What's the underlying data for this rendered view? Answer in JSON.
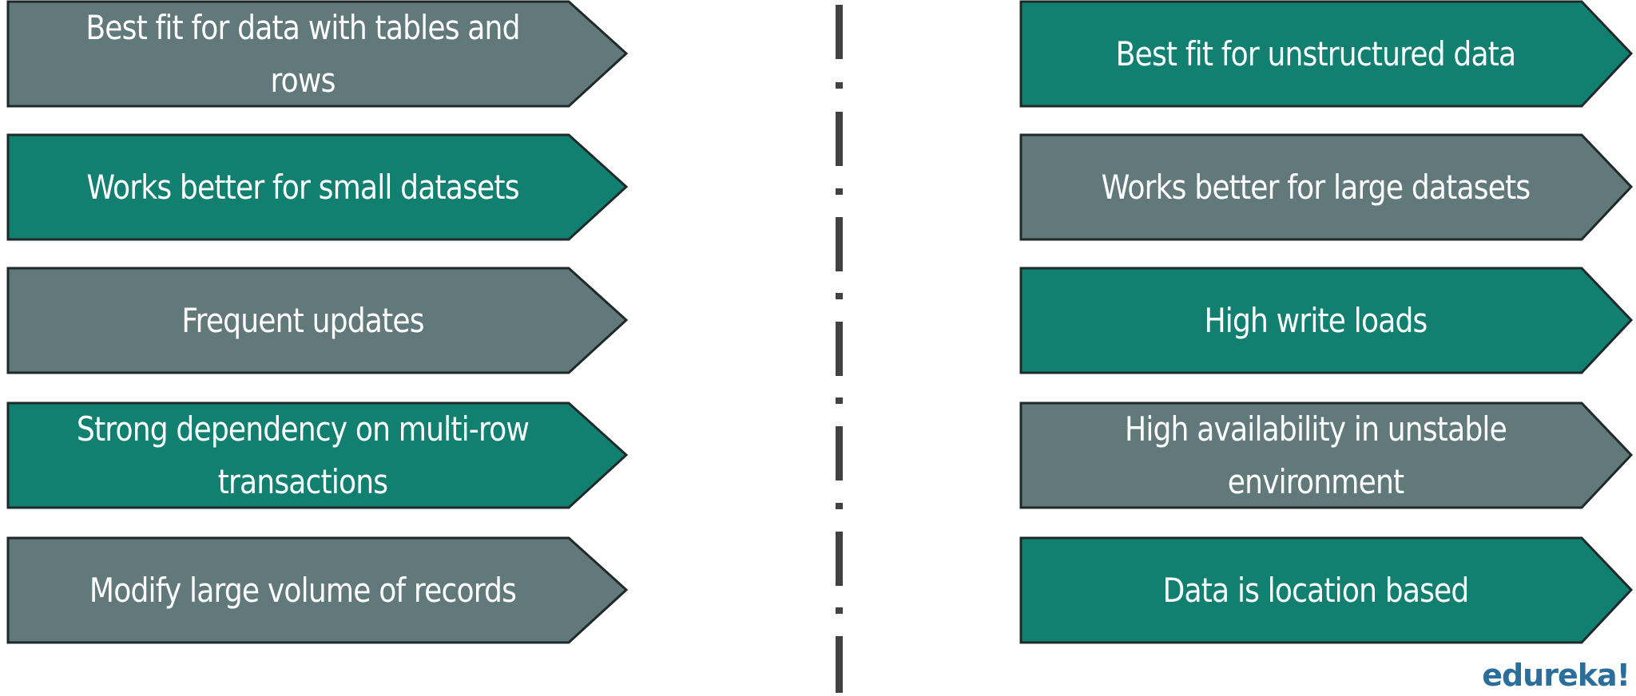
{
  "colors": {
    "slate": "#61797a",
    "teal": "#128070",
    "outline": "#1e2a2a",
    "divider": "#404142",
    "logo": "#2a6e9c"
  },
  "left": {
    "items": [
      {
        "label": "Best fit for data with tables and rows",
        "color": "slate"
      },
      {
        "label": "Works better for small datasets",
        "color": "teal"
      },
      {
        "label": "Frequent updates",
        "color": "slate"
      },
      {
        "label": "Strong dependency on multi-row transactions",
        "color": "teal"
      },
      {
        "label": "Modify large volume of records",
        "color": "slate"
      }
    ]
  },
  "right": {
    "items": [
      {
        "label": "Best fit for unstructured data",
        "color": "teal"
      },
      {
        "label": "Works better for large datasets",
        "color": "slate"
      },
      {
        "label": "High write loads",
        "color": "teal"
      },
      {
        "label": "High availability in unstable environment",
        "color": "slate"
      },
      {
        "label": "Data is location based",
        "color": "teal"
      }
    ]
  },
  "logo": {
    "text": "edureka!"
  }
}
